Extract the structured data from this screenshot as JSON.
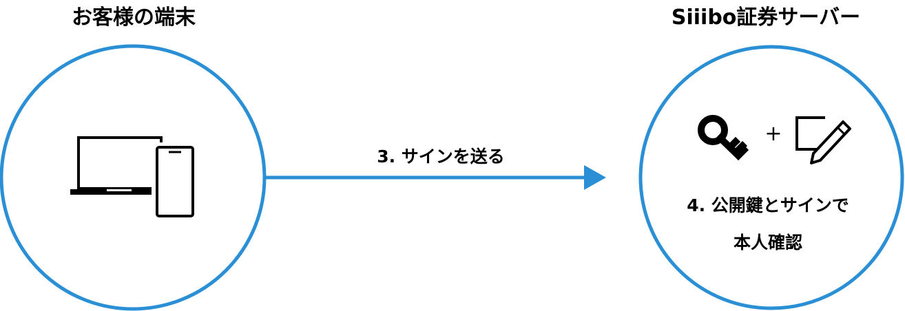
{
  "client": {
    "title": "お客様の端末",
    "icons": [
      "laptop-icon",
      "smartphone-icon"
    ]
  },
  "server": {
    "title": "Siiibo証券サーバー",
    "icons": [
      "key-icon",
      "signature-pen-icon"
    ],
    "plus": "+",
    "verify_line1": "4. 公開鍵とサインで",
    "verify_line2": "本人確認"
  },
  "arrow": {
    "label": "3. サインを送る",
    "direction": "client-to-server"
  },
  "colors": {
    "accent": "#2b8fd6",
    "text": "#000000",
    "background": "#ffffff"
  }
}
